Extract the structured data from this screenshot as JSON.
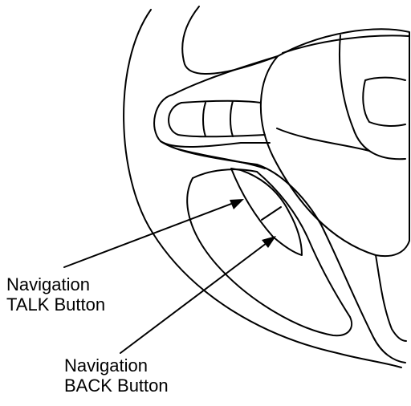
{
  "labels": {
    "talk": {
      "line1": "Navigation",
      "line2": "TALK Button"
    },
    "back": {
      "line1": "Navigation",
      "line2": "BACK Button"
    }
  },
  "colors": {
    "line": "#000000",
    "background": "#ffffff"
  }
}
